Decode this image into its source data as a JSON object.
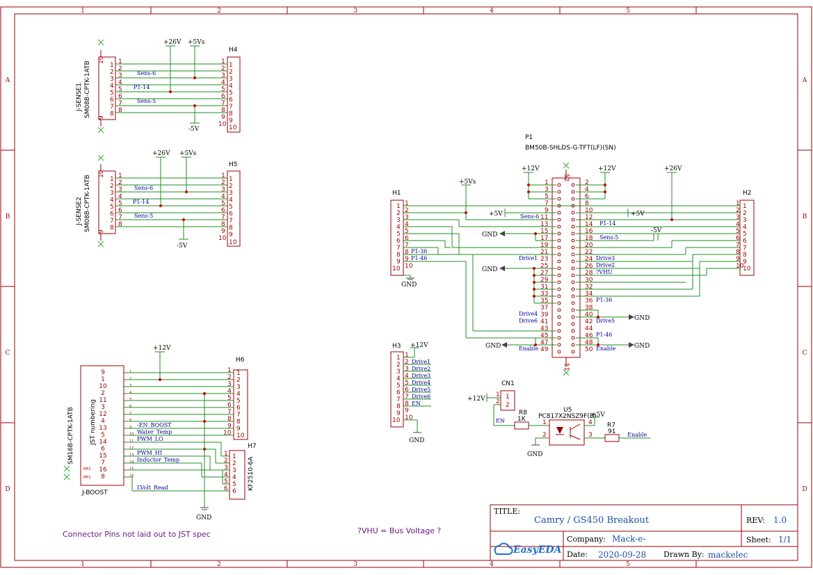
{
  "grid": {
    "columns": [
      "1",
      "2",
      "3",
      "4",
      "5"
    ],
    "rows": [
      "A",
      "B",
      "C",
      "D"
    ]
  },
  "title_block": {
    "title_label": "TITLE:",
    "title": "Camry / GS450 Breakout",
    "rev_label": "REV:",
    "rev": "1.0",
    "company_label": "Company:",
    "company": "Mack-e-",
    "sheet_label": "Sheet:",
    "sheet": "1/1",
    "date_label": "Date:",
    "date": "2020-09-28",
    "drawn_label": "Drawn By:",
    "drawn_by": "mackelec",
    "logo_text": "EasyEDA"
  },
  "notes": {
    "jst_note": "Connector Pins not laid out to JST spec",
    "vhu_note": "?VHU = Bus Voltage ?"
  },
  "power": {
    "p26v": "+26V",
    "p5vs": "+5Vs",
    "m5v": "-5V",
    "p12v": "+12V",
    "p5v": "+5V",
    "gnd": "GND"
  },
  "nets": {
    "sens6": "Sens-6",
    "sens5": "Sens-5",
    "p1_14": "P1-14",
    "p1_36": "P1-36",
    "p1_46": "P1-46",
    "en": "EN",
    "en_boost": "-EN_BOOST",
    "water_temp": "Water_Temp",
    "pwm_lo": "PWM_LO",
    "pwm_hi": "PWM_HI",
    "inductor_temp": "Inductor_Temp",
    "lvolt_read": "LVolt_Read",
    "drive1": "Drive1",
    "drive2": "Drive2",
    "drive3": "Drive3",
    "drive4": "Drive4",
    "drive5": "Drive5",
    "drive6": "Drive6",
    "vhu": "?VHU",
    "enable": "Enable"
  },
  "components": {
    "j_sense1": {
      "ref": "J-SENSE1",
      "part": "SM08B-CPTK-1ATB"
    },
    "j_sense2": {
      "ref": "J-SENSE2",
      "part": "SM08B-CPTK-1ATB"
    },
    "h4": "H4",
    "h5": "H5",
    "h6": "H6",
    "h7": {
      "ref": "H7",
      "part": "KF2510-6A"
    },
    "h1": "H1",
    "h2": "H2",
    "h3": "H3",
    "p1": {
      "ref": "P1",
      "part": "BM50B-SHLDS-G-TFT(LF)(SN)"
    },
    "j_boost": {
      "ref": "J-BOOST",
      "part": "SM16B-CPTK-1ATB",
      "inner": "JST numbering"
    },
    "cn1": "CN1",
    "r8": {
      "ref": "R8",
      "value": "1K"
    },
    "r7": {
      "ref": "R7",
      "value": "91"
    },
    "u5": {
      "ref": "U5",
      "part": "PC817X2NSZ9F(B)"
    }
  },
  "jboost_left_numbers": [
    "9",
    "1",
    "10",
    "2",
    "11",
    "3",
    "12",
    "4",
    "13",
    "5",
    "14",
    "6",
    "15",
    "7",
    "16",
    "8"
  ],
  "jboost_mp": [
    "MP2",
    "MP1"
  ]
}
